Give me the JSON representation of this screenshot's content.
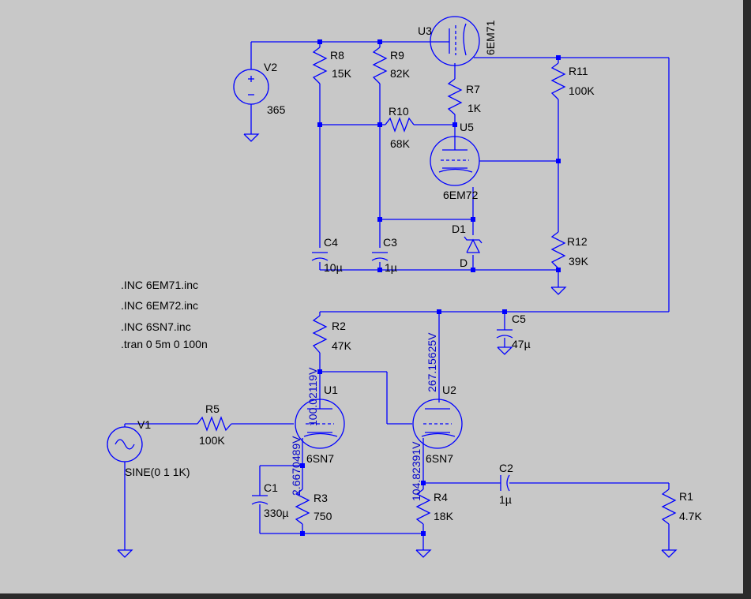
{
  "directives": [
    ".INC 6EM71.inc",
    ".INC 6EM72.inc",
    ".INC 6SN7.inc",
    ".tran 0 5m 0 100n"
  ],
  "components": {
    "V2": {
      "name": "V2",
      "value": "365"
    },
    "R8": {
      "name": "R8",
      "value": "15K"
    },
    "R9": {
      "name": "R9",
      "value": "82K"
    },
    "U3": {
      "name": "U3",
      "value": "6EM71"
    },
    "R11": {
      "name": "R11",
      "value": "100K"
    },
    "R7": {
      "name": "R7",
      "value": "1K"
    },
    "R10": {
      "name": "R10",
      "value": "68K"
    },
    "U5": {
      "name": "U5",
      "value": "6EM72"
    },
    "C4": {
      "name": "C4",
      "value": "10µ"
    },
    "C3": {
      "name": "C3",
      "value": "1µ"
    },
    "D1": {
      "name": "D1",
      "value": "D"
    },
    "R12": {
      "name": "R12",
      "value": "39K"
    },
    "R2": {
      "name": "R2",
      "value": "47K"
    },
    "C5": {
      "name": "C5",
      "value": "47µ"
    },
    "U1": {
      "name": "U1",
      "value": "6SN7"
    },
    "U2": {
      "name": "U2",
      "value": "6SN7"
    },
    "V1": {
      "name": "V1",
      "value": "SINE(0 1 1K)"
    },
    "R5": {
      "name": "R5",
      "value": "100K"
    },
    "C1": {
      "name": "C1",
      "value": "330µ"
    },
    "R3": {
      "name": "R3",
      "value": "750"
    },
    "R4": {
      "name": "R4",
      "value": "18K"
    },
    "C2": {
      "name": "C2",
      "value": "1µ"
    },
    "R1": {
      "name": "R1",
      "value": "4.7K"
    }
  },
  "voltage_labels": {
    "u1_plate": "100.02119V",
    "u1_cathode": "2.6670489V",
    "u2_plate": "267.15625V",
    "u2_cathode": "104.82391V"
  },
  "colors": {
    "background": "#c8c8c8",
    "wire": "#0000ff",
    "text": "#000000",
    "net_label": "#0000cc"
  }
}
